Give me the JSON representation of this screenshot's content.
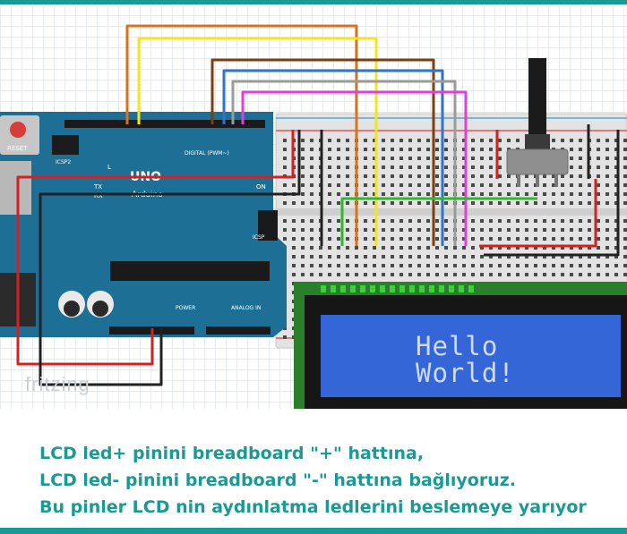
{
  "diagram": {
    "board_name": "Arduino",
    "board_model": "UNO",
    "reset_label": "RESET",
    "icsp2_label": "ICSP2",
    "icsp_label": "ICSP",
    "digital_label": "DIGITAL (PWM~)",
    "power_label": "POWER",
    "analog_label": "ANALOG IN",
    "on_label": "ON",
    "tx_label": "TX",
    "rx_label": "RX",
    "l_label": "L",
    "lcd_line1": "Hello",
    "lcd_line2": "World!",
    "watermark": "fritzing"
  },
  "caption": {
    "line1": "LCD led+ pinini breadboard \"+\" hattına,",
    "line2": "LCD led- pinini breadboard \"-\" hattına bağlıyoruz.",
    "line3": "Bu pinler LCD nin aydınlatma ledlerini beslemeye yarıyor"
  },
  "colors": {
    "accent": "#1a9a94",
    "arduino_board": "#1d6f96",
    "lcd_screen": "#3566d8",
    "wire_orange": "#d9731a",
    "wire_yellow": "#f4e51c",
    "wire_brown": "#7a3f12",
    "wire_blue": "#2f74c9",
    "wire_gray": "#9b9b9b",
    "wire_magenta": "#e040d8",
    "wire_red": "#d42020",
    "wire_black": "#222222",
    "wire_green": "#2fb82f"
  }
}
